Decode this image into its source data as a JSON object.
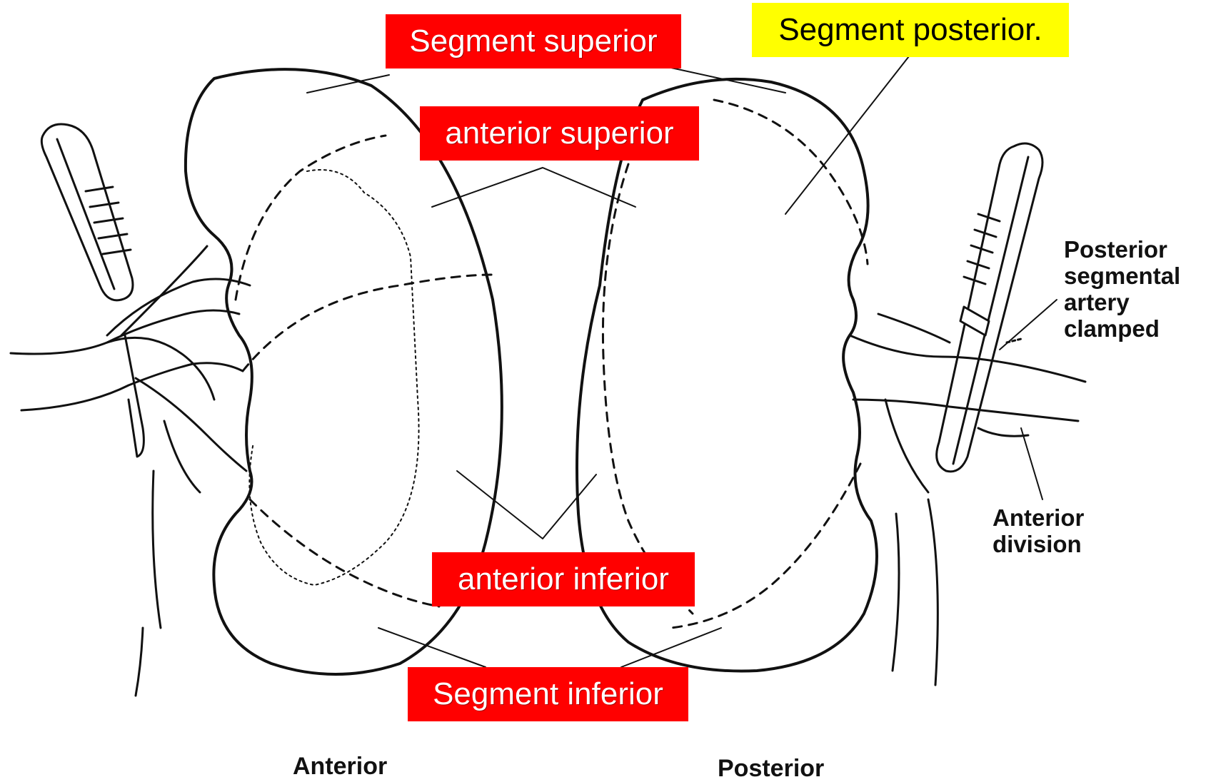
{
  "labels": {
    "segment_superior": "Segment superior",
    "segment_posterior": "Segment posterior.",
    "anterior_superior": "anterior superior",
    "anterior_inferior": "anterior inferior",
    "segment_inferior": "Segment inferior"
  },
  "annotations": {
    "posterior_segmental_artery": [
      "Posterior",
      "segmental",
      "artery",
      "clamped"
    ],
    "anterior_division": [
      "Anterior",
      "division"
    ]
  },
  "views": {
    "anterior": "Anterior",
    "posterior": "Posterior"
  },
  "colors": {
    "label_red": "#ff0000",
    "label_yellow": "#ffff00",
    "ink": "#111111"
  }
}
